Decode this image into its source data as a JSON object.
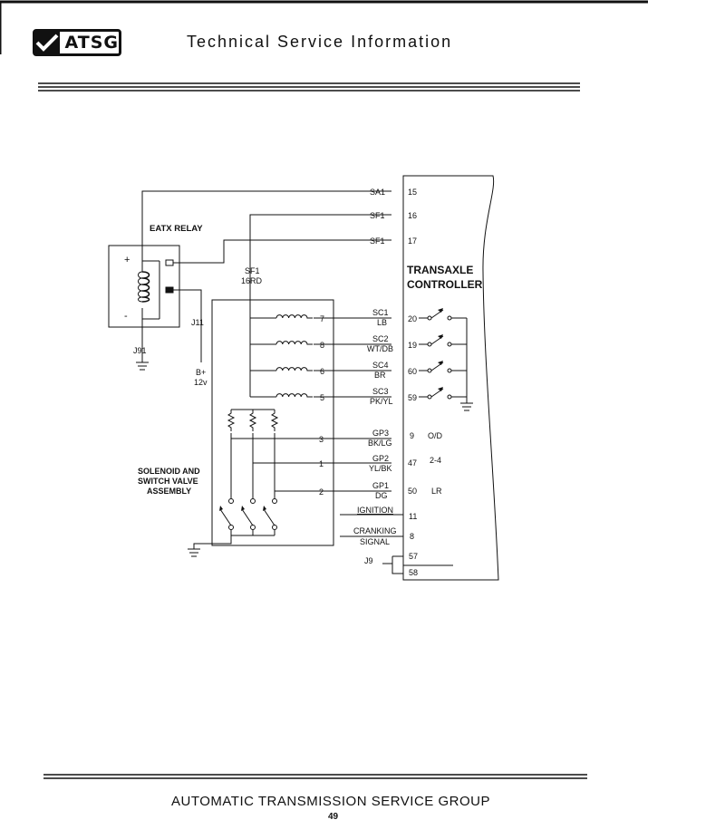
{
  "header": {
    "logo_text": "ATSG",
    "title": "Technical Service Information"
  },
  "footer": {
    "group": "AUTOMATIC TRANSMISSION SERVICE GROUP",
    "page": "49"
  },
  "diagram": {
    "relay_title": "EATX RELAY",
    "relay_plus": "+",
    "relay_minus": "-",
    "ground_j91": "J91",
    "j11": "J11",
    "bplus": "B+",
    "volts": "12v",
    "sf1": "SF1",
    "sf1_color": "16RD",
    "solenoid_title": [
      "SOLENOID AND",
      "SWITCH VALVE",
      "ASSEMBLY"
    ],
    "controller_title": [
      "TRANSAXLE",
      "CONTROLLER"
    ],
    "feeds": [
      {
        "name": "SA1",
        "pin": "15"
      },
      {
        "name": "SF1",
        "pin": "16"
      },
      {
        "name": "SF1",
        "pin": "17"
      }
    ],
    "solenoids": [
      {
        "terminal": "7",
        "name": "SC1",
        "color": "LB",
        "pin": "20"
      },
      {
        "terminal": "8",
        "name": "SC2",
        "color": "WT/DB",
        "pin": "19"
      },
      {
        "terminal": "6",
        "name": "SC4",
        "color": "BR",
        "pin": "60"
      },
      {
        "terminal": "5",
        "name": "SC3",
        "color": "PK/YL",
        "pin": "59"
      }
    ],
    "switches": [
      {
        "terminal": "3",
        "name": "GP3",
        "color": "BK/LG",
        "pin": "9",
        "func": "O/D"
      },
      {
        "terminal": "1",
        "name": "GP2",
        "color": "YL/BK",
        "pin": "47",
        "func": "2-4"
      },
      {
        "terminal": "2",
        "name": "GP1",
        "color": "DG",
        "pin": "50",
        "func": "LR"
      }
    ],
    "ignition": {
      "name": "IGNITION",
      "pin": "11"
    },
    "cranking": {
      "name1": "CRANKING",
      "name2": "SIGNAL",
      "pin": "8"
    },
    "j9": {
      "name": "J9",
      "pin1": "57",
      "pin2": "58"
    }
  }
}
